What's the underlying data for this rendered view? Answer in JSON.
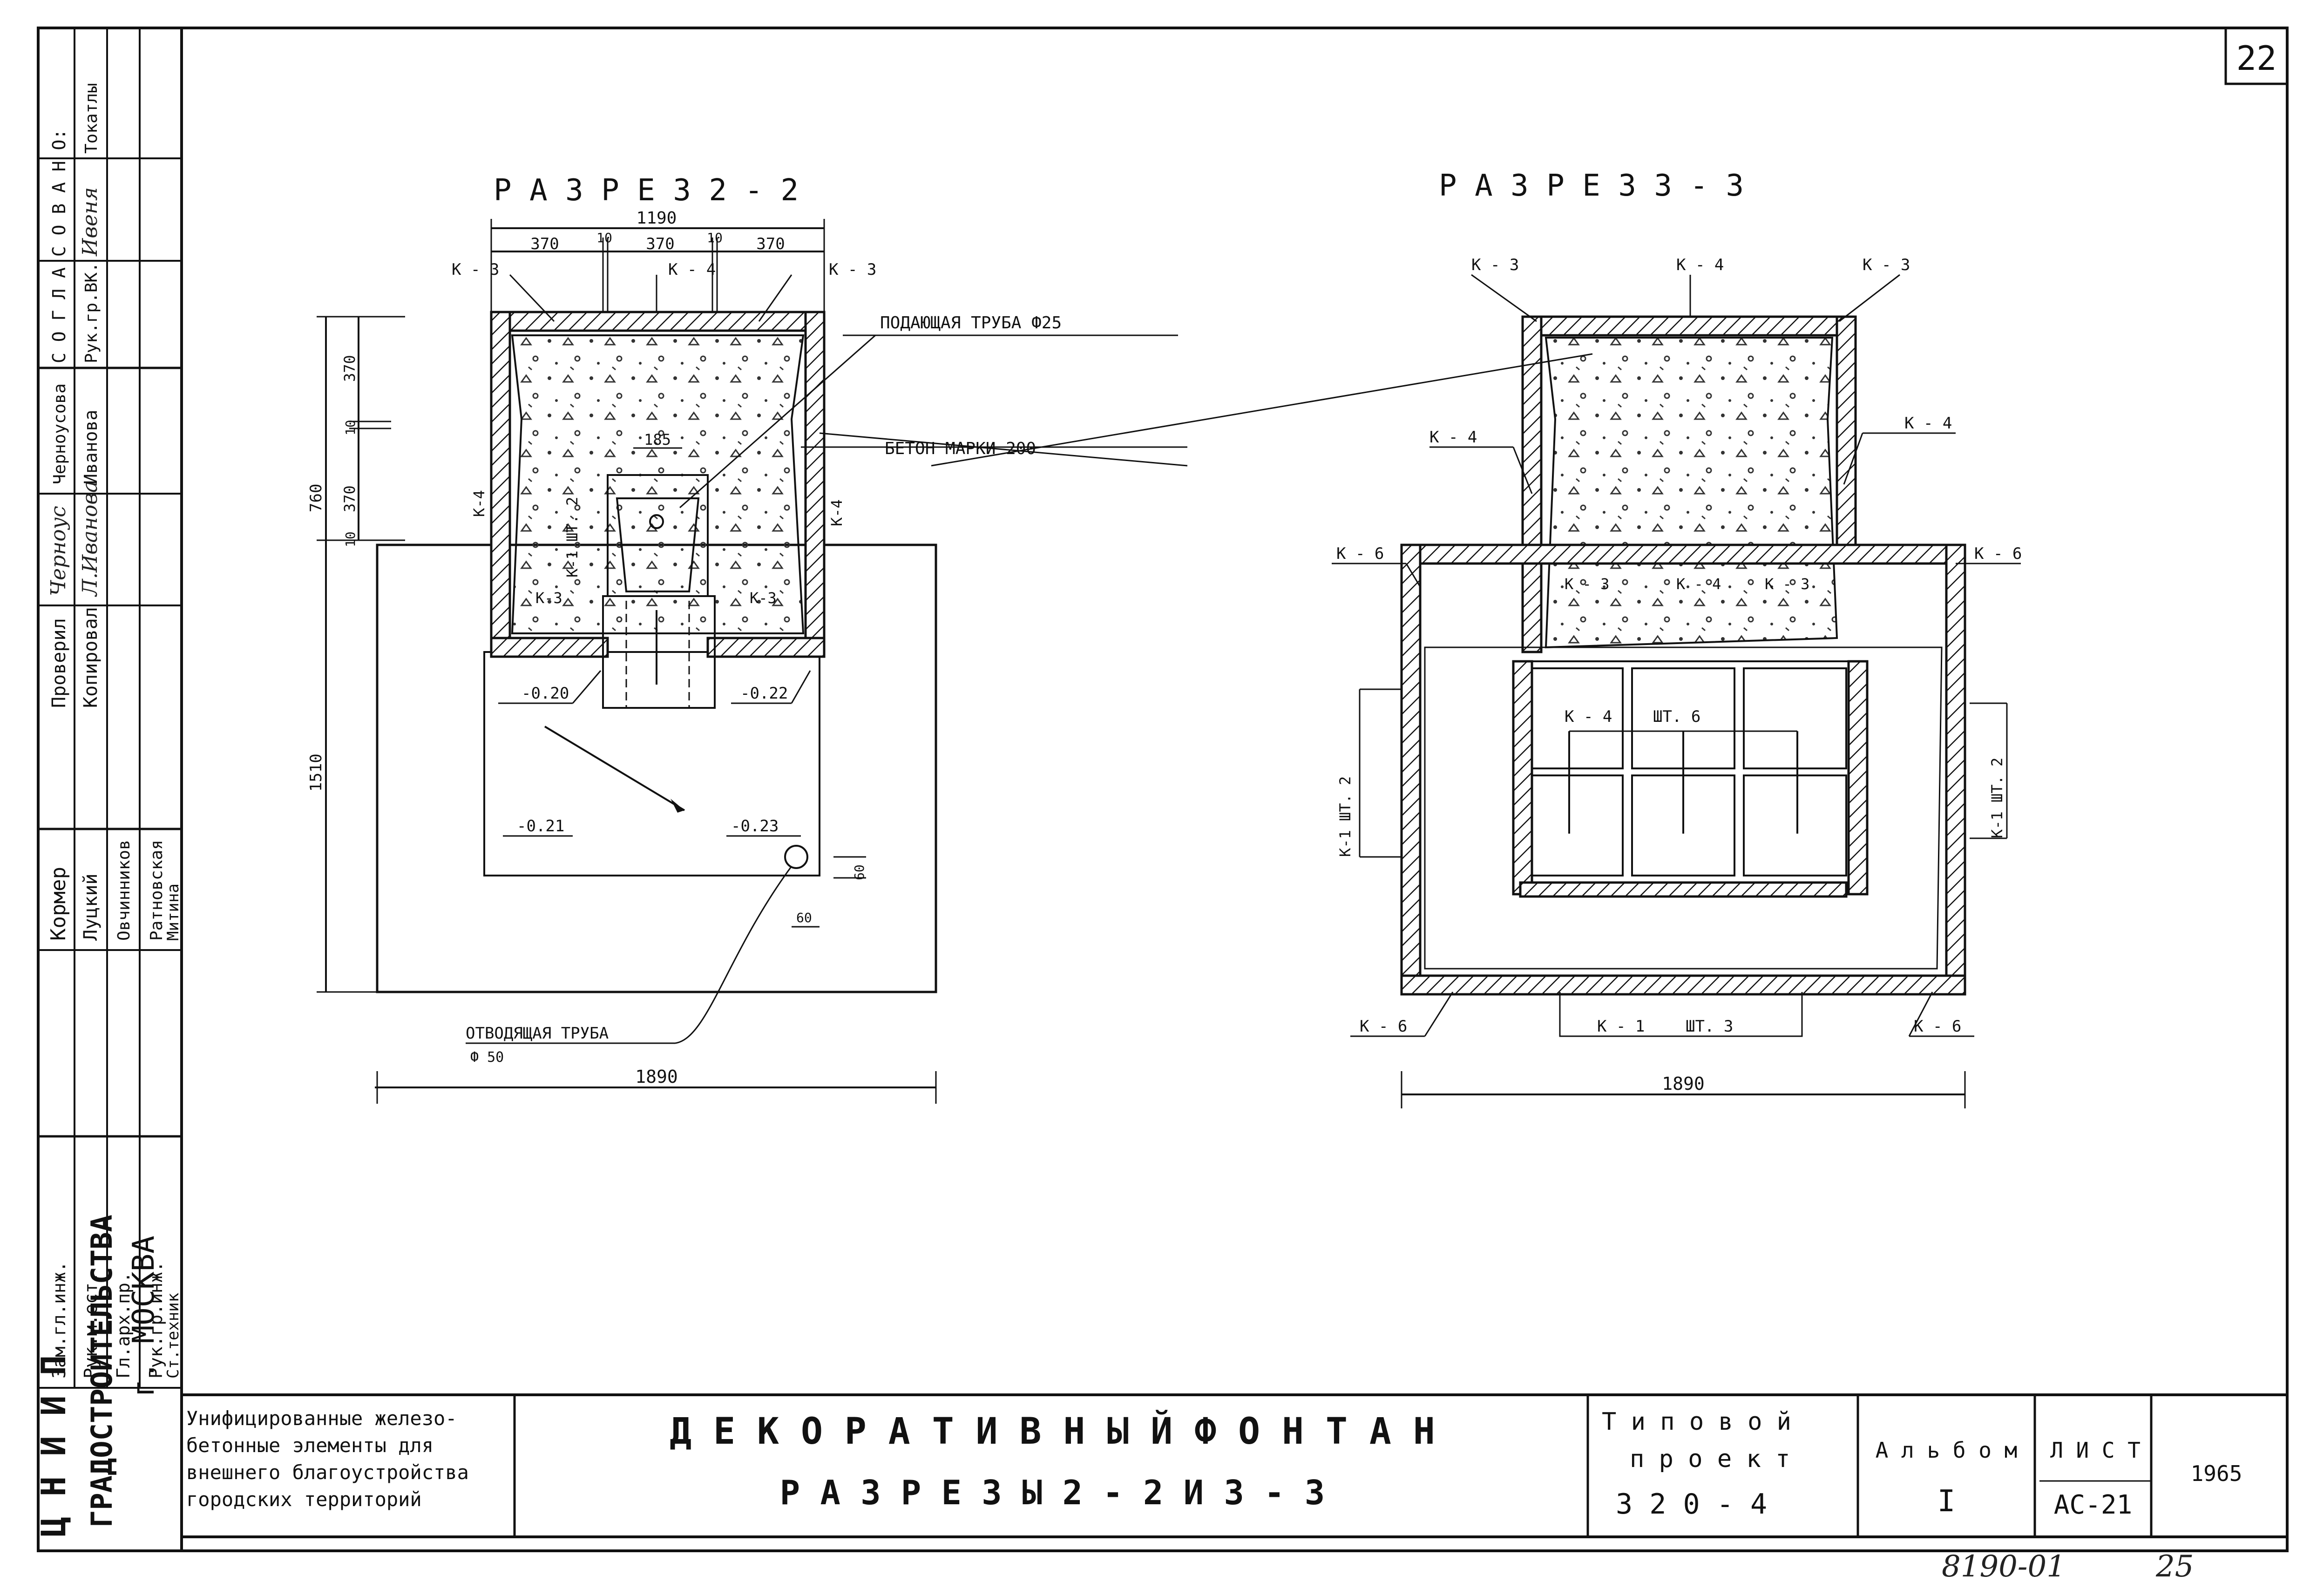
{
  "sheet": {
    "sheet_number": "22",
    "footer_code": "8190-01",
    "footer_page": "25"
  },
  "left_strip": {
    "institute_line1": "Ц Н И И П",
    "institute_line2": "ГРАДОСТРОИТЕЛЬСТВА",
    "institute_line3": "г. МОСКВА",
    "roles": [
      "Зам.гл.инж.",
      "Рук.м.ест.",
      "Гл.арх.пр.",
      "Рук.гр.инж.",
      "Ст.техник"
    ],
    "names": [
      "Кормер",
      "Луцкий",
      "Овчинников",
      "Ратновская",
      "Митина"
    ],
    "check_roles": [
      "Проверил",
      "Копировал"
    ],
    "check_sigs": [
      "Черноус",
      "Л.Иванова"
    ],
    "check_names": [
      "Черноусова",
      "Иванова"
    ],
    "agreed_title": "С О Г Л А С О В А Н О:",
    "agreed_role": "Рук.гр.ВК.",
    "agreed_sig": "Ивеня",
    "agreed_name": "Токатлы"
  },
  "section_left": {
    "title": "Р А З Р Е З   2 - 2",
    "dim_total_top": "1190",
    "dim_370a": "370",
    "dim_10a": "10",
    "dim_370b": "370",
    "dim_10b": "10",
    "dim_370c": "370",
    "label_k3_left": "К - 3",
    "label_k4_top": "К - 4",
    "label_k3_right": "К - 3",
    "pipe_supply": "ПОДАЮЩАЯ ТРУБА Ф25",
    "concrete": "БЕТОН МАРКИ 200",
    "dim_185": "185",
    "label_k4_left": "К-4",
    "label_k4_right": "К-4",
    "label_k1": "К-1 ШТ. 2",
    "label_k3_low_left": "К-3",
    "label_k3_low_right": "К-3",
    "elev_020": "-0.20",
    "elev_022": "-0.22",
    "elev_021": "-0.21",
    "elev_023": "-0.23",
    "dim_760": "760",
    "dim_370v1": "370",
    "dim_10v1": "10",
    "dim_370v2": "370",
    "dim_10v2": "10",
    "dim_1510": "1510",
    "dim_60a": "60",
    "dim_60b": "60",
    "pipe_drain": "ОТВОДЯЩАЯ ТРУБА",
    "pipe_drain_d": "Ф 50",
    "dim_bottom": "1890"
  },
  "section_right": {
    "title": "Р А З Р Е З   3 - 3",
    "label_k3_tl": "К - 3",
    "label_k4_t": "К - 4",
    "label_k3_tr": "К - 3",
    "label_k4_l": "К - 4",
    "label_k4_r": "К - 4",
    "label_k6_l": "К - 6",
    "label_k6_r": "К - 6",
    "label_k3_inl": "К - 3",
    "label_k4_in": "К - 4",
    "label_k3_inr": "К - 3",
    "label_k4_grid": "К - 4",
    "label_sht6": "ШТ. 6",
    "label_k1_l": "К-1 ШТ. 2",
    "label_k1_r": "К-1 ШТ. 2",
    "label_k6_bl": "К - 6",
    "label_k1_b": "К - 1",
    "label_sht3": "ШТ. 3",
    "label_k6_br": "К - 6",
    "dim_bottom": "1890"
  },
  "title_block": {
    "desc_line1": "Унифицированные железо-",
    "desc_line2": "бетонные элементы для",
    "desc_line3": "внешнего благоустройства",
    "desc_line4": "городских территорий",
    "main_title1": "Д Е К О Р А Т И В Н Ы Й   Ф О Н Т А Н",
    "main_title2": "Р А З Р Е З Ы   2 - 2   И   3 - 3",
    "project_line1": "Т и п о в о й",
    "project_line2": "п р о е к т",
    "project_line3": "3 2 0 - 4",
    "album_label": "А л ь б о м",
    "album_value": "I",
    "sheet_label": "Л И С Т",
    "sheet_value": "АС-21",
    "year": "1965"
  }
}
